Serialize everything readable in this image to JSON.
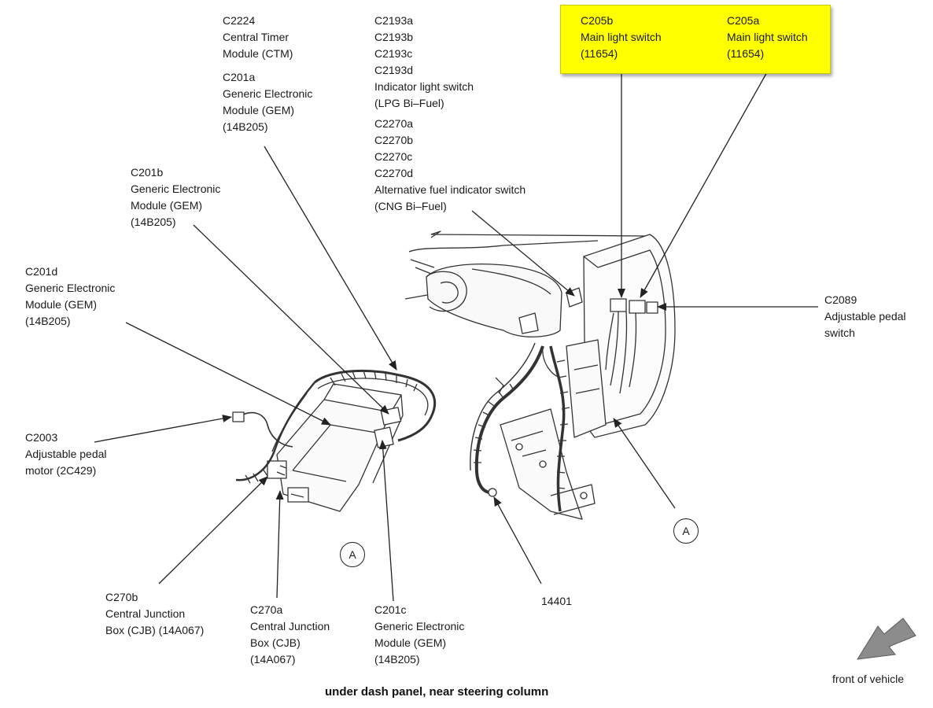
{
  "labels": {
    "c2224": [
      "C2224",
      "Central Timer",
      "Module (CTM)"
    ],
    "c201a": [
      "C201a",
      "Generic Electronic",
      "Module (GEM)",
      "(14B205)"
    ],
    "c2193": [
      "C2193a",
      "C2193b",
      "C2193c",
      "C2193d",
      "Indicator light switch",
      "(LPG Bi–Fuel)"
    ],
    "c2270": [
      "C2270a",
      "C2270b",
      "C2270c",
      "C2270d",
      "Alternative fuel indicator switch",
      "(CNG Bi–Fuel)"
    ],
    "c205b": [
      "C205b",
      "Main light switch",
      "(11654)"
    ],
    "c205a": [
      "C205a",
      "Main light switch",
      "(11654)"
    ],
    "c201b": [
      "C201b",
      "Generic Electronic",
      "Module (GEM)",
      "(14B205)"
    ],
    "c201d": [
      "C201d",
      "Generic Electronic",
      "Module (GEM)",
      "(14B205)"
    ],
    "c2089": [
      "C2089",
      "Adjustable pedal",
      "switch"
    ],
    "c2003": [
      "C2003",
      "Adjustable pedal",
      "motor (2C429)"
    ],
    "c270b": [
      "C270b",
      "Central Junction",
      "Box (CJB) (14A067)"
    ],
    "c270a": [
      "C270a",
      "Central Junction",
      "Box (CJB)",
      "(14A067)"
    ],
    "c201c": [
      "C201c",
      "Generic Electronic",
      "Module (GEM)",
      "(14B205)"
    ],
    "part14401": [
      "14401"
    ]
  },
  "callouts": {
    "left": "A",
    "right": "A"
  },
  "caption": "under dash panel, near steering column",
  "front_label": "front of vehicle",
  "colors": {
    "highlight": "#ffff00",
    "arrow": "#8c8c8c",
    "line": "#222222"
  }
}
